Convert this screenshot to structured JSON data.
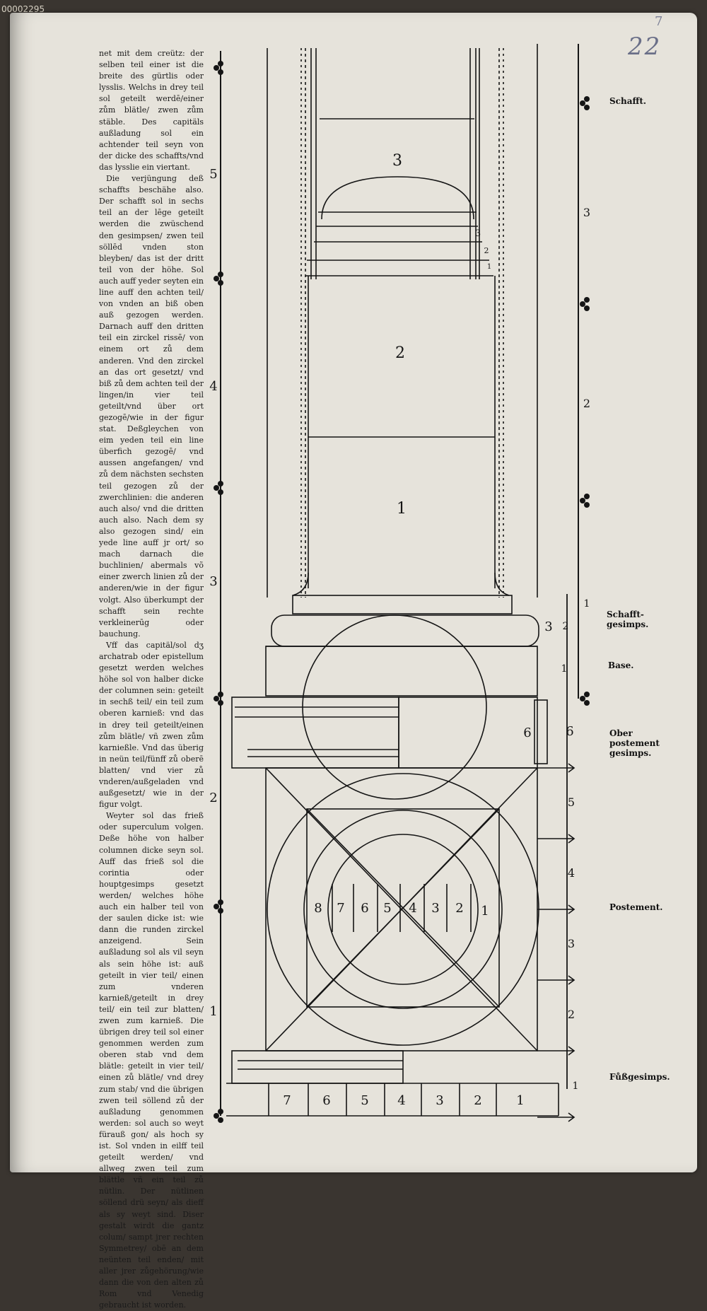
{
  "scan_id": "00002295",
  "folio": "22",
  "folio_pencil": "7",
  "text_paragraphs": [
    "net mit dem creütz: der selben teil einer ist die breite des gürtlis oder lysslis. Welchs in drey teil sol geteilt werdē/einer zům blätle/ zwen zům stäble. Des capitäls außladung sol ein achtender teil seyn von der dicke des schaffts/vnd das lysslie ein viertant.",
    "Die verjüngung deß schaffts beschähe also. Der schafft sol in sechs teil an der lēge geteilt werden die zwüschend den gesimpsen/ zwen teil söllēd vnden ston bleyben/ das ist der dritt teil von der höhe. Sol auch auff yeder seyten ein line auff den achten teil/ von vnden an biß oben auß gezogen werden. Darnach auff den dritten teil ein zirckel rissē/ von einem ort zů dem anderen. Vnd den zirckel an das ort gesetzt/ vnd biß zů dem achten teil der lingen/in vier teil geteilt/vnd über ort gezogē/wie in der figur stat. Deßgleychen von eim yeden teil ein line überfich gezogē/ vnd aussen angefangen/ vnd zů dem nächsten sechsten teil gezogen zů der zwerchlinien: die anderen auch also/ vnd die dritten auch also. Nach dem sy also gezogen sind/ ein yede line auff jr ort/ so mach darnach die buchlinien/ abermals võ einer zwerch linien zů der anderen/wie in der figur volgt. Also überkumpt der schafft sein rechte verkleinerūg oder bauchung.",
    "Vff das capitäl/sol dʒ archatrab oder epistellum gesetzt werden welches höhe sol von halber dicke der columnen sein: geteilt in sechß teil/ ein teil zum oberen karnieß: vnd das in drey teil geteilt/einen zům blätle/ vñ zwen zům karnießle. Vnd das überig in neün teil/fünff zů oberē blatten/ vnd vier zů vnderen/außgeladen vnd außgesetzt/ wie in der figur volgt.",
    "Weyter sol das frieß oder superculum volgen. Deße höhe von halber columnen dicke seyn sol. Auff das frieß sol die corintia oder houptgesimps gesetzt werden/ welches höhe auch ein halber teil von der saulen dicke ist: wie dann die runden zirckel anzeigend. Sein außladung sol als vil seyn als sein höhe ist: auß geteilt in vier teil/ einen zum vnderen karnieß/geteilt in drey teil/ ein teil zur blatten/ zwen zum karnieß. Die übrigen drey teil sol einer genommen werden zum oberen stab vnd dem blätle: geteilt in vier teil/ einen zů blätle/ vnd drey zum stab/ vnd die übrigen zwen teil söllend zů der außladung genommen werden: sol auch so weyt fürauß gon/ als hoch sy ist. Sol vnden in eilff teil geteilt werden/ vnd allweg zwen teil zum blättle vñ ein teil zů nütlin. Der nütlinen söllend drü seyn/ als dieff als sy weyt sind. Diser gestalt wirdt die gantz colum/ sampt jrer rechten Symmetrey/ obē an dem neünten teil enden/ mit aller jrer zůgehörung/wie dann die von den alten zů Rom vnd Venedig gebraucht ist worden."
  ],
  "right_labels": {
    "schafft": "Schafft.",
    "schafft_gesimps": "Schafft-gesimps.",
    "base": "Base.",
    "ober_postement": "Ober postement gesimps.",
    "postement": "Postement.",
    "fuss_gesimps": "Fůßgesimps."
  },
  "left_scale_numbers": [
    "5",
    "4",
    "3",
    "2",
    "1"
  ],
  "right_scale_numbers": [
    "3",
    "2",
    "1",
    "2",
    "3",
    "1",
    "6",
    "5",
    "4",
    "3",
    "2",
    "1"
  ],
  "shaft_section_numbers": [
    "3",
    "2",
    "1"
  ],
  "capital_small_numbers": [
    "3",
    "2",
    "1"
  ],
  "base_section_numbers": [
    "3",
    "2",
    "1"
  ],
  "cornice_numbers": [
    "6",
    "6"
  ],
  "circle_numbers": [
    "8",
    "7",
    "6",
    "5",
    "4",
    "3",
    "2",
    "1"
  ],
  "bottom_numbers": [
    "7",
    "6",
    "5",
    "4",
    "3",
    "2",
    "1"
  ]
}
